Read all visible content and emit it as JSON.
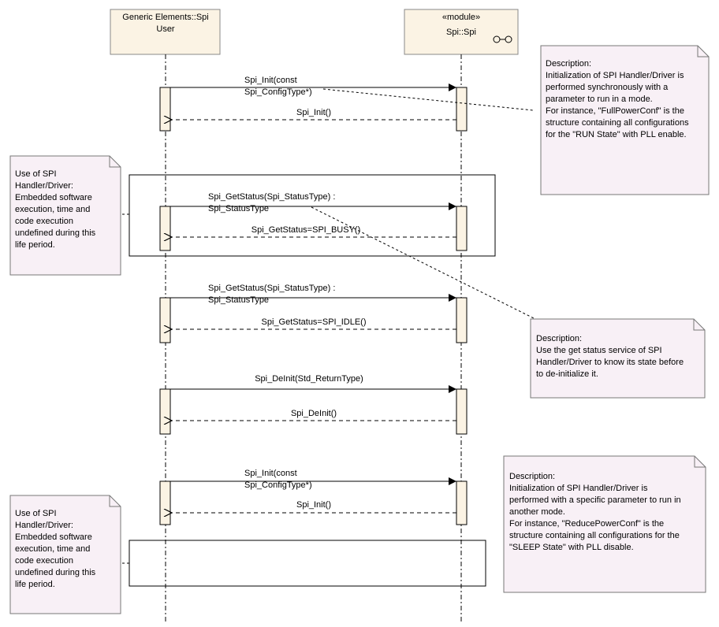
{
  "lifelines": {
    "user": {
      "line1": "Generic Elements::Spi",
      "line2": "User"
    },
    "spi": {
      "stereotype": "«module»",
      "name": "Spi::Spi"
    }
  },
  "messages": [
    {
      "id": "m1",
      "lines": [
        "Spi_Init(const",
        "Spi_ConfigType*)"
      ]
    },
    {
      "id": "r1",
      "lines": [
        "Spi_Init()"
      ]
    },
    {
      "id": "m2",
      "lines": [
        "Spi_GetStatus(Spi_StatusType) :",
        "Spi_StatusType"
      ]
    },
    {
      "id": "r2",
      "lines": [
        "Spi_GetStatus=SPI_BUSY()"
      ]
    },
    {
      "id": "m3",
      "lines": [
        "Spi_GetStatus(Spi_StatusType) :",
        "Spi_StatusType"
      ]
    },
    {
      "id": "r3",
      "lines": [
        "Spi_GetStatus=SPI_IDLE()"
      ]
    },
    {
      "id": "m4",
      "lines": [
        "Spi_DeInit(Std_ReturnType)"
      ]
    },
    {
      "id": "r4",
      "lines": [
        "Spi_DeInit()"
      ]
    },
    {
      "id": "m5",
      "lines": [
        "Spi_Init(const",
        "Spi_ConfigType*)"
      ]
    },
    {
      "id": "r5",
      "lines": [
        "Spi_Init()"
      ]
    }
  ],
  "notes": {
    "init_run": [
      "Description:",
      "Initialization of SPI Handler/Driver is",
      "performed synchronously with a",
      "parameter to run in a mode.",
      "For instance, \"FullPowerConf\" is the",
      "structure containing all configurations",
      "for the \"RUN State\" with PLL enable."
    ],
    "usage_1": [
      "Use of SPI",
      "Handler/Driver:",
      "Embedded software",
      "execution, time and",
      "code execution",
      "undefined during this",
      "life period."
    ],
    "get_status": [
      "Description:",
      "Use the get status service of SPI",
      "Handler/Driver to know its state before",
      "to de-initialize it."
    ],
    "init_sleep": [
      "Description:",
      "Initialization of SPI Handler/Driver is",
      "performed with a specific parameter to run in",
      "another mode.",
      "For instance, \"ReducePowerConf\" is the",
      "structure containing all configurations for the",
      "\"SLEEP State\" with PLL disable."
    ],
    "usage_2": [
      "Use of SPI",
      "Handler/Driver:",
      "Embedded software",
      "execution, time and",
      "code execution",
      "undefined during this",
      "life period."
    ]
  }
}
